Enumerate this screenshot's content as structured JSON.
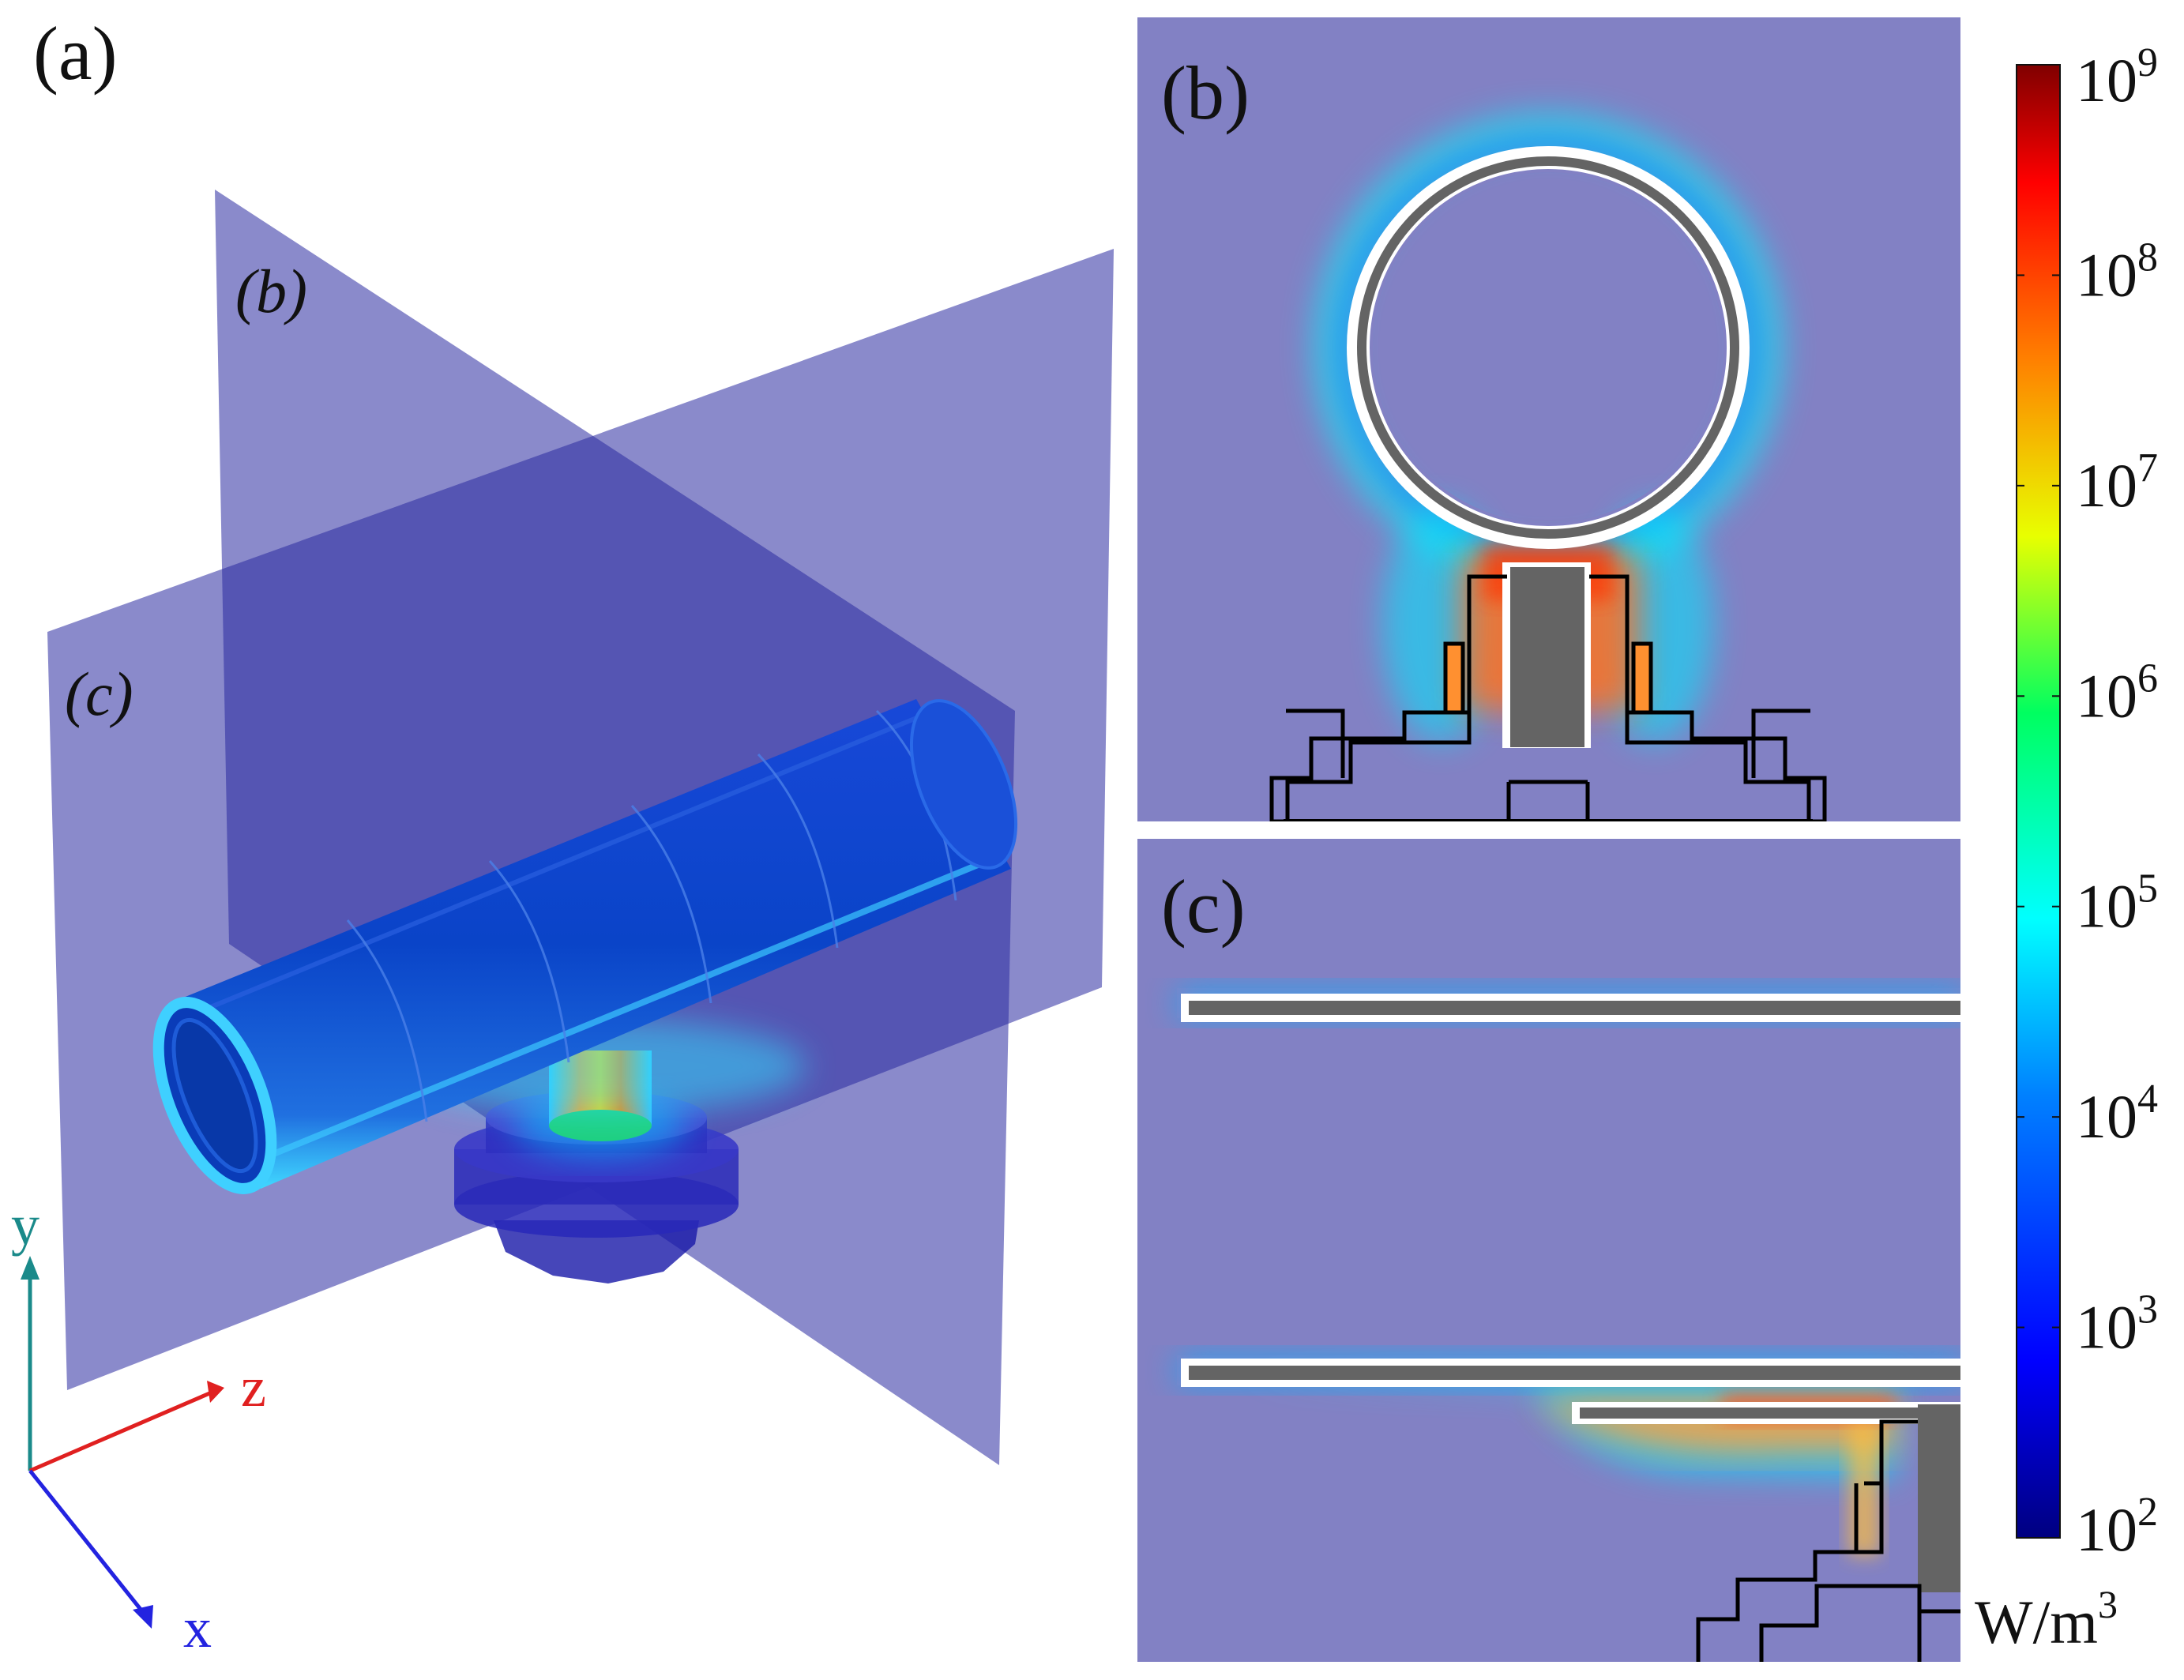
{
  "panels": {
    "a": {
      "label": "(a)",
      "plane_b_label": "(b)",
      "plane_c_label": "(c)"
    },
    "b": {
      "label": "(b)"
    },
    "c": {
      "label": "(c)"
    }
  },
  "axes": {
    "y": "y",
    "z": "z",
    "x": "x"
  },
  "colorbar": {
    "ticks": [
      {
        "base": "10",
        "exp": "9"
      },
      {
        "base": "10",
        "exp": "8"
      },
      {
        "base": "10",
        "exp": "7"
      },
      {
        "base": "10",
        "exp": "6"
      },
      {
        "base": "10",
        "exp": "5"
      },
      {
        "base": "10",
        "exp": "4"
      },
      {
        "base": "10",
        "exp": "3"
      },
      {
        "base": "10",
        "exp": "2"
      }
    ],
    "unit": {
      "base": "W/m",
      "exp": "3"
    },
    "scale": "log",
    "range": [
      100,
      1000000000
    ]
  },
  "colors": {
    "slice_bg": "#8281c4",
    "plane_blue": "#5a5ab8",
    "axis_y": "#1a8a8a",
    "axis_z": "#e02020",
    "axis_x": "#2323e0",
    "part_gray": "#606060"
  }
}
